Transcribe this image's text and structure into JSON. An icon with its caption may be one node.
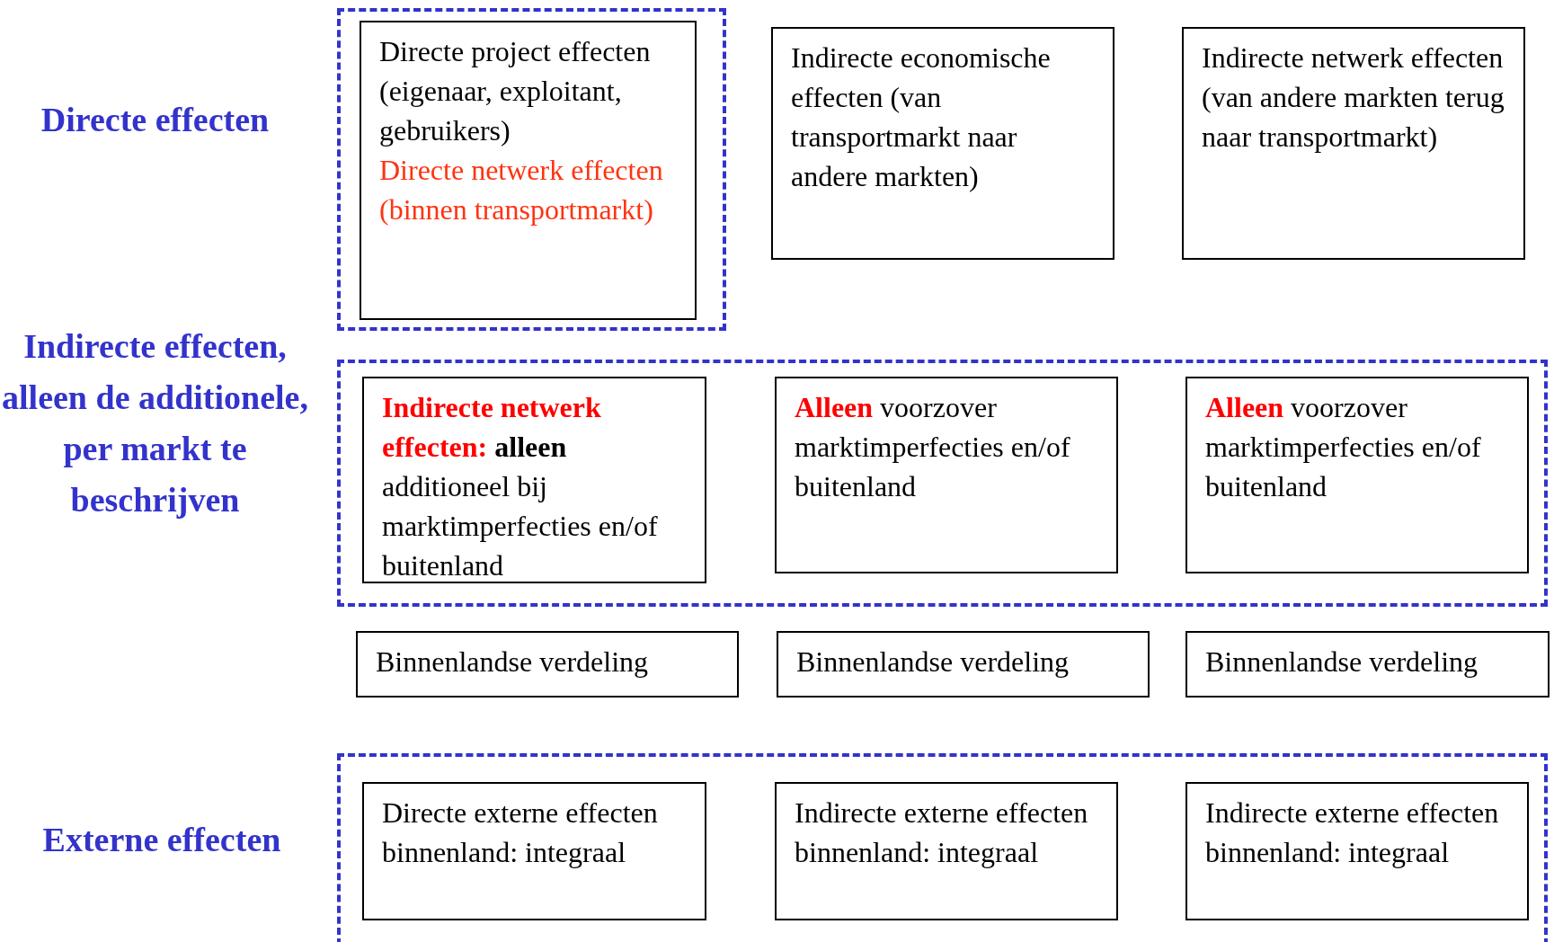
{
  "diagram": {
    "nodes": [
      {
        "text": [],
        "shape": "box"
      },
      {
        "text": [
          "Directe project effecten (eigenaar, exploitant, gebruikers)",
          "Directe netwerk effecten (binnen transportmarkt)"
        ],
        "in": 0
      },
      {
        "text": [
          "Indirecte economische effecten (van transportmarkt naar andere markten)"
        ]
      },
      {
        "text": [
          "Indirecte netwerk effecten (van andere markten terug naar transportmarkt)"
        ]
      },
      {
        "text": [],
        "shape": "box"
      },
      {
        "text": [
          "**Indirecte netwerk effecten:** **alleen** additioneel bij marktimperfecties en/of buitenland"
        ],
        "in": 4
      },
      {
        "text": [
          "**Alleen** voorzover marktimperfecties en/of buitenland"
        ],
        "in": 4
      },
      {
        "text": [
          "**Alleen** voorzover marktimperfecties en/of buitenland"
        ],
        "in": 4
      },
      {
        "text": [
          "Binnenlandse verdeling"
        ]
      },
      {
        "text": [
          "Binnenlandse verdeling"
        ]
      },
      {
        "text": [
          "Binnenlandse verdeling"
        ]
      },
      {
        "text": [],
        "shape": "box"
      },
      {
        "text": [
          "Directe externe effecten binnenland: integraal"
        ],
        "in": 11
      },
      {
        "text": [
          "Indirecte externe effecten binnenland: integraal"
        ],
        "in": 11
      },
      {
        "text": [
          "Indirecte externe effecten binnenland: integraal"
        ],
        "in": 11
      }
    ],
    "edges": [],
    "labels": [
      "Directe effecten",
      "Indirecte effecten, alleen de additionele, per markt te beschrijven",
      "Externe effecten"
    ]
  }
}
